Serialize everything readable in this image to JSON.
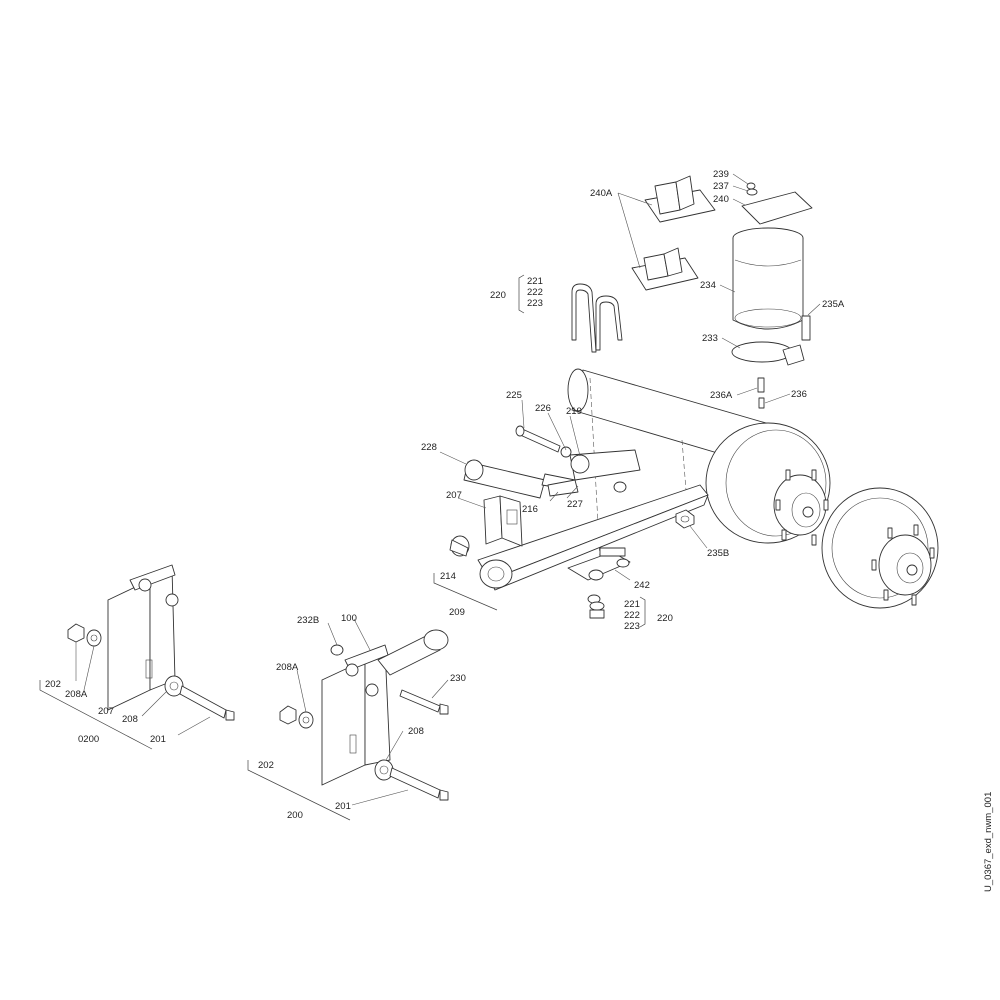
{
  "document_id": "U_0367_exd_nwm_001",
  "colors": {
    "line": "#333333",
    "label": "#222222",
    "background": "#ffffff"
  },
  "callouts": {
    "c239": "239",
    "c237": "237",
    "c240": "240",
    "c240A": "240A",
    "c234": "234",
    "c235A": "235A",
    "c233": "233",
    "c236A": "236A",
    "c236": "236",
    "c220_top": "220",
    "c221_top": "221",
    "c222_top": "222",
    "c223_top": "223",
    "c225": "225",
    "c226": "226",
    "c219": "219",
    "c228": "228",
    "c207_mid": "207",
    "c216": "216",
    "c227": "227",
    "c235B": "235B",
    "c214": "214",
    "c209": "209",
    "c242": "242",
    "c220_bot": "220",
    "c221_bot": "221",
    "c222_bot": "222",
    "c223_bot": "223",
    "c232B": "232B",
    "c100": "100",
    "c230": "230",
    "c208A_center": "208A",
    "c202_center": "202",
    "c208_center": "208",
    "c201_center": "201",
    "c200": "200",
    "c202_left": "202",
    "c208A_left": "208A",
    "c207_left": "207",
    "c208_left": "208",
    "c201_left": "201",
    "c0200": "0200"
  }
}
